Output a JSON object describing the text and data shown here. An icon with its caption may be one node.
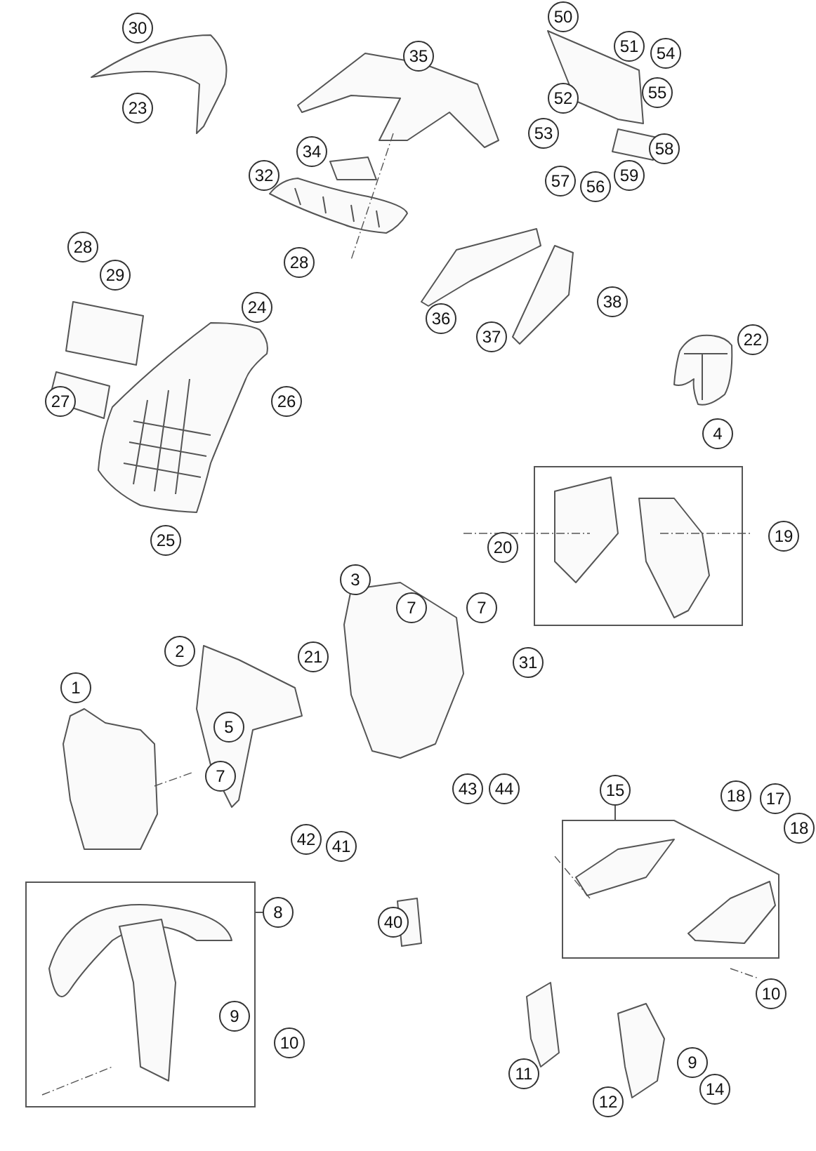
{
  "diagram": {
    "nodes": [
      {
        "text": [],
        "shape": "box"
      },
      {
        "text": [
          "15"
        ]
      },
      {
        "text": [],
        "shape": "box"
      },
      {
        "text": [
          "8"
        ]
      },
      {
        "text": [],
        "shape": "box"
      },
      {
        "text": [
          "50"
        ]
      },
      {
        "text": [
          "30"
        ]
      },
      {
        "text": [
          "51"
        ]
      },
      {
        "text": [
          "54"
        ]
      },
      {
        "text": [
          "35"
        ]
      },
      {
        "text": [
          "55"
        ]
      },
      {
        "text": [
          "52"
        ]
      },
      {
        "text": [
          "23"
        ]
      },
      {
        "text": [
          "53"
        ]
      },
      {
        "text": [
          "58"
        ]
      },
      {
        "text": [
          "59"
        ]
      },
      {
        "text": [
          "57"
        ]
      },
      {
        "text": [
          "56"
        ]
      },
      {
        "text": [
          "34"
        ]
      },
      {
        "text": [
          "32"
        ]
      },
      {
        "text": [
          "28"
        ]
      },
      {
        "text": [
          "28"
        ]
      },
      {
        "text": [
          "29"
        ]
      },
      {
        "text": [
          "38"
        ]
      },
      {
        "text": [
          "36"
        ]
      },
      {
        "text": [
          "37"
        ]
      },
      {
        "text": [
          "24"
        ]
      },
      {
        "text": [
          "22"
        ]
      },
      {
        "text": [
          "26"
        ]
      },
      {
        "text": [
          "27"
        ]
      },
      {
        "text": [
          "4"
        ]
      },
      {
        "text": [
          "19"
        ]
      },
      {
        "text": [
          "20"
        ]
      },
      {
        "text": [
          "25"
        ]
      },
      {
        "text": [
          "3"
        ]
      },
      {
        "text": [
          "7"
        ]
      },
      {
        "text": [
          "7"
        ]
      },
      {
        "text": [
          "2"
        ]
      },
      {
        "text": [
          "21"
        ]
      },
      {
        "text": [
          "31"
        ]
      },
      {
        "text": [
          "1"
        ]
      },
      {
        "text": [
          "5"
        ]
      },
      {
        "text": [
          "7"
        ]
      },
      {
        "text": [
          "43"
        ]
      },
      {
        "text": [
          "44"
        ]
      },
      {
        "text": [
          "42"
        ]
      },
      {
        "text": [
          "41"
        ]
      },
      {
        "text": [
          "18"
        ]
      },
      {
        "text": [
          "17"
        ]
      },
      {
        "text": [
          "18"
        ]
      },
      {
        "text": [
          "40"
        ]
      },
      {
        "text": [
          "10"
        ]
      },
      {
        "text": [
          "9"
        ],
        "in": 4
      },
      {
        "text": [
          "10"
        ]
      },
      {
        "text": [
          "11"
        ]
      },
      {
        "text": [
          "9"
        ]
      },
      {
        "text": [
          "14"
        ]
      },
      {
        "text": [
          "12"
        ]
      }
    ],
    "edges": [
      {
        "from": 1,
        "to": 2,
        "arrow": "none"
      },
      {
        "from": 3,
        "to": 4,
        "arrow": "none"
      }
    ]
  }
}
